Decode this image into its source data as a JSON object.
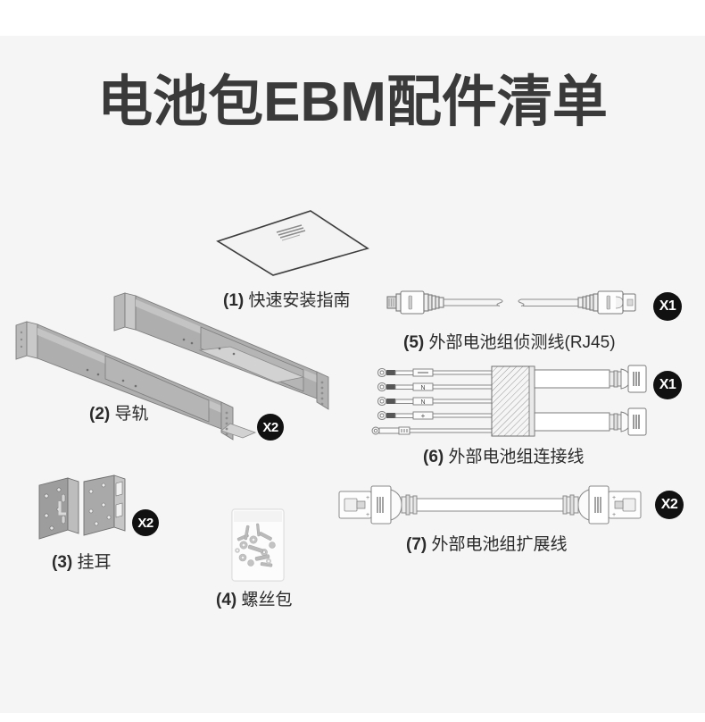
{
  "page": {
    "title": "电池包EBM配件清单",
    "background_color": "#f5f5f5",
    "outer_color": "#ffffff",
    "title_color": "#3a3a3a",
    "badge_color": "#111111",
    "badge_text_color": "#ffffff",
    "caption_color": "#2b2b2b",
    "metal_color": "#a9a9a9",
    "line_color": "#6e6e6e"
  },
  "items": [
    {
      "id": 1,
      "number": "(1)",
      "name": "快速安装指南",
      "caption": "(1) 快速安装指南",
      "quantity": "",
      "icon": "manual-document-icon"
    },
    {
      "id": 2,
      "number": "(2)",
      "name": "导轨",
      "caption": "(2) 导轨",
      "quantity": "X2",
      "icon": "rail-pair-icon"
    },
    {
      "id": 3,
      "number": "(3)",
      "name": "挂耳",
      "caption": "(3) 挂耳",
      "quantity": "X2",
      "icon": "mounting-bracket-icon"
    },
    {
      "id": 4,
      "number": "(4)",
      "name": "螺丝包",
      "caption": "(4) 螺丝包",
      "quantity": "",
      "icon": "screw-bag-icon"
    },
    {
      "id": 5,
      "number": "(5)",
      "name": "外部电池组侦测线(RJ45)",
      "caption": "(5) 外部电池组侦测线(RJ45)",
      "quantity": "X1",
      "icon": "rj45-detection-cable-icon"
    },
    {
      "id": 6,
      "number": "(6)",
      "name": "外部电池组连接线",
      "caption": "(6) 外部电池组连接线",
      "quantity": "X1",
      "icon": "battery-connection-cable-icon"
    },
    {
      "id": 7,
      "number": "(7)",
      "name": "外部电池组扩展线",
      "caption": "(7) 外部电池组扩展线",
      "quantity": "X2",
      "icon": "battery-extension-cable-icon"
    }
  ]
}
